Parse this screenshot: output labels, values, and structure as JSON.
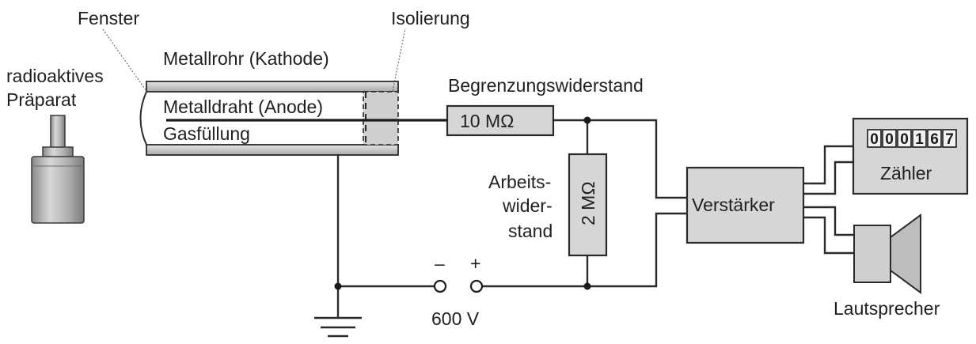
{
  "labels": {
    "fenster": "Fenster",
    "isolierung": "Isolierung",
    "metallrohr": "Metallrohr (Kathode)",
    "praeparat_line1": "radioaktives",
    "praeparat_line2": "Präparat",
    "metalldraht": "Metalldraht (Anode)",
    "gasfuellung": "Gasfüllung",
    "begrenzungswiderstand": "Begrenzungswiderstand",
    "widerstand_10": "10 MΩ",
    "arbeits_line1": "Arbeits-",
    "arbeits_line2": "wider-",
    "arbeits_line3": "stand",
    "widerstand_2": "2 MΩ",
    "verstaerker": "Verstärker",
    "zaehler": "Zähler",
    "lautsprecher": "Lautsprecher",
    "spannung": "600 V",
    "minus": "–",
    "plus": "+"
  },
  "counter_digits": [
    "0",
    "0",
    "0",
    "1",
    "6",
    "7"
  ],
  "colors": {
    "component_fill": "#d6d6d6",
    "tube_fill": "#c4c4c4",
    "line": "#2a2a2a"
  }
}
